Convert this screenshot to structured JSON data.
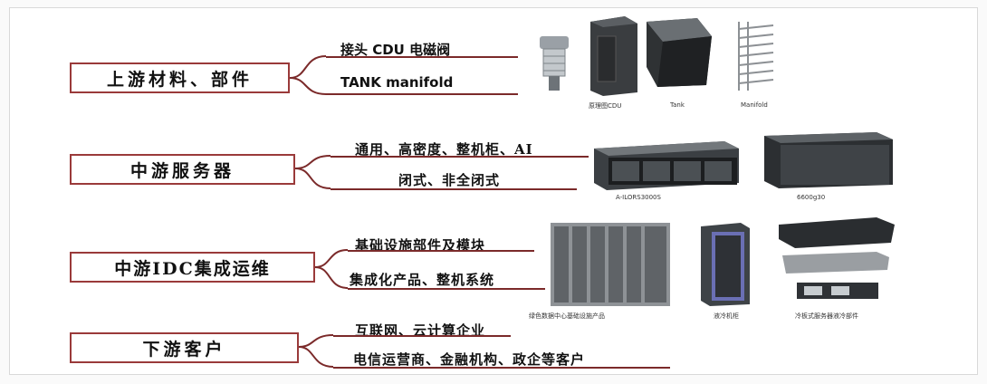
{
  "colors": {
    "accent": "#9a3a3a",
    "line": "#7b2a2a"
  },
  "rows": [
    {
      "label": "上游材料、部件",
      "items": [
        "接头 CDU 电磁阀",
        "TANK manifold"
      ],
      "captions": [
        "原理图CDU",
        "Tank",
        "Manifold"
      ]
    },
    {
      "label": "中游服务器",
      "items": [
        "通用、高密度、整机柜、AI",
        "闭式、非全闭式"
      ],
      "captions": [
        "A-ILORS3000S",
        "6600g30"
      ]
    },
    {
      "label": "中游IDC集成运维",
      "items": [
        "基础设施部件及模块",
        "集成化产品、整机系统"
      ],
      "captions": [
        "绿色数据中心基础设施产品",
        "液冷机柜",
        "冷板式服务器液冷部件"
      ]
    },
    {
      "label": "下游客户",
      "items": [
        "互联网、云计算企业",
        "电信运营商、金融机构、政企等客户"
      ],
      "captions": []
    }
  ]
}
